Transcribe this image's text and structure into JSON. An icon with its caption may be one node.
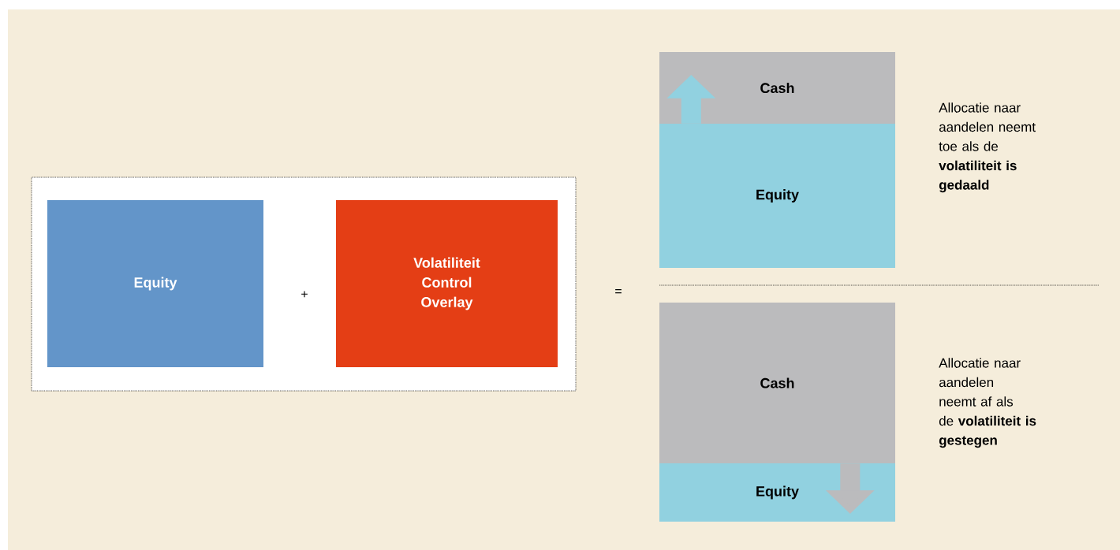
{
  "diagram": {
    "nodes": [
      {
        "text": [],
        "shape": "box"
      },
      {
        "text": [
          "Equity"
        ],
        "in": 0
      },
      {
        "text": [
          "Volatiliteit Control Overlay"
        ],
        "in": 0
      },
      {
        "text": [
          "Cash"
        ]
      },
      {
        "text": [
          "Equity"
        ]
      },
      {
        "text": [
          "Cash"
        ]
      },
      {
        "text": [
          "Equity"
        ]
      }
    ],
    "edges": [
      {
        "from": 4,
        "to": 3,
        "arrow": "to",
        "color": "#91d1e0"
      },
      {
        "from": 5,
        "to": 6,
        "arrow": "to",
        "color": "#bbbbbd"
      }
    ],
    "labels": [
      "+",
      "=",
      "Allocatie naar aandelen neemt toe als de **volatiliteit is gedaald**",
      "Allocatie naar aandelen neemt af als de **volatiliteit is gestegen**"
    ]
  }
}
